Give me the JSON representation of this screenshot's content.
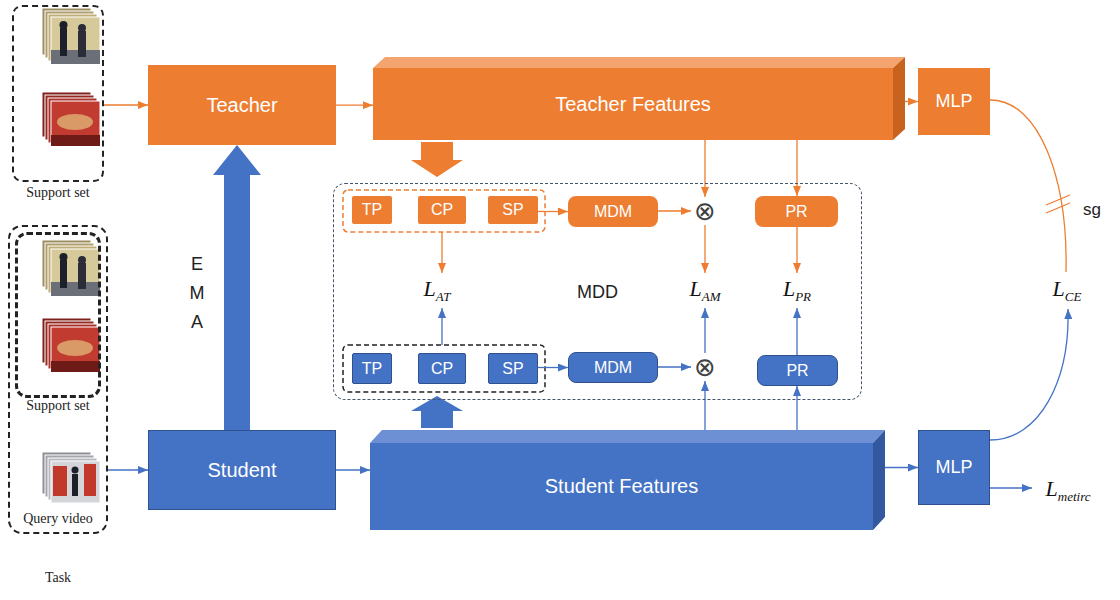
{
  "diagram": {
    "nodes": [
      {
        "text": [
          "Support set"
        ]
      },
      {
        "text": [
          "Teacher"
        ]
      },
      {
        "text": [
          "Teacher Features"
        ]
      },
      {
        "text": [
          "MLP"
        ]
      },
      {
        "text": [
          "MDD"
        ]
      },
      {
        "text": [
          "TP"
        ],
        "in": 4
      },
      {
        "text": [
          "CP"
        ],
        "in": 4
      },
      {
        "text": [
          "SP"
        ],
        "in": 4
      },
      {
        "text": [
          "MDM"
        ],
        "in": 4
      },
      {
        "text": [
          "⊗"
        ],
        "in": 4
      },
      {
        "text": [
          "PR"
        ],
        "in": 4
      },
      {
        "text": [
          "TP"
        ],
        "in": 4
      },
      {
        "text": [
          "CP"
        ],
        "in": 4
      },
      {
        "text": [
          "SP"
        ],
        "in": 4
      },
      {
        "text": [
          "MDM"
        ],
        "in": 4
      },
      {
        "text": [
          "⊗"
        ],
        "in": 4
      },
      {
        "text": [
          "PR"
        ],
        "in": 4
      },
      {
        "text": [
          "Task"
        ]
      },
      {
        "text": [
          "Support set"
        ],
        "in": 17
      },
      {
        "text": [
          "Student"
        ]
      },
      {
        "text": [
          "Student Features"
        ]
      },
      {
        "text": [
          "MLP"
        ]
      }
    ],
    "edges": [
      {
        "from": 0,
        "to": 1,
        "arrow": "to"
      },
      {
        "from": 1,
        "to": 2,
        "arrow": "to"
      },
      {
        "from": 2,
        "to": 3,
        "arrow": "to"
      },
      {
        "from": 7,
        "to": 8,
        "arrow": "to"
      },
      {
        "from": 8,
        "to": 9,
        "arrow": "to"
      },
      {
        "from": 2,
        "to": 9,
        "arrow": "to"
      },
      {
        "from": 2,
        "to": 10,
        "arrow": "to"
      },
      {
        "from": 13,
        "to": 14,
        "arrow": "to"
      },
      {
        "from": 14,
        "to": 15,
        "arrow": "to"
      },
      {
        "from": 20,
        "to": 15,
        "arrow": "to"
      },
      {
        "from": 20,
        "to": 16,
        "arrow": "to"
      },
      {
        "from": 17,
        "to": 19,
        "arrow": "to"
      },
      {
        "from": 19,
        "to": 20,
        "arrow": "to"
      },
      {
        "from": 20,
        "to": 21,
        "arrow": "to"
      },
      {
        "from": 19,
        "to": 1,
        "label": "EMA",
        "arrow": "to"
      }
    ],
    "labels": [
      "Query video",
      "LAT",
      "LAM",
      "LPR",
      "LCE",
      "sg",
      "Lmetirc"
    ]
  }
}
